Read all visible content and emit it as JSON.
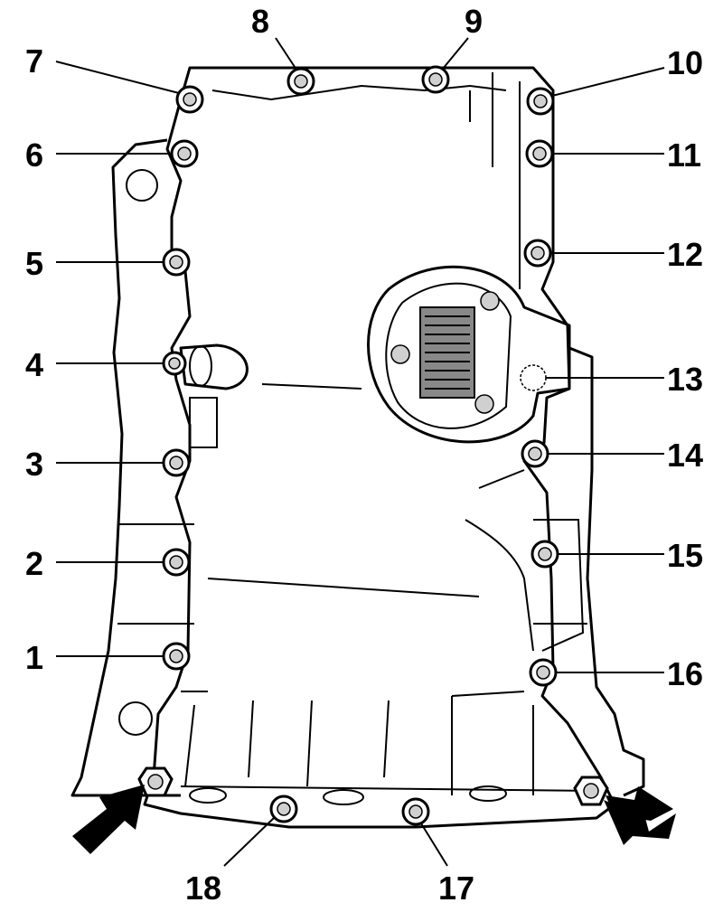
{
  "labels": {
    "b1": "1",
    "b2": "2",
    "b3": "3",
    "b4": "4",
    "b5": "5",
    "b6": "6",
    "b7": "7",
    "b8": "8",
    "b9": "9",
    "b10": "10",
    "b11": "11",
    "b12": "12",
    "b13": "13",
    "b14": "14",
    "b15": "15",
    "b16": "16",
    "b17": "17",
    "b18": "18"
  },
  "colors": {
    "pan_fill": "#d4d4d4",
    "line": "#000000",
    "background": "#ffffff"
  },
  "icons": [
    "arrow-icon",
    "bolt-icon",
    "drain-plug-icon",
    "oil-pump-cover-icon"
  ]
}
